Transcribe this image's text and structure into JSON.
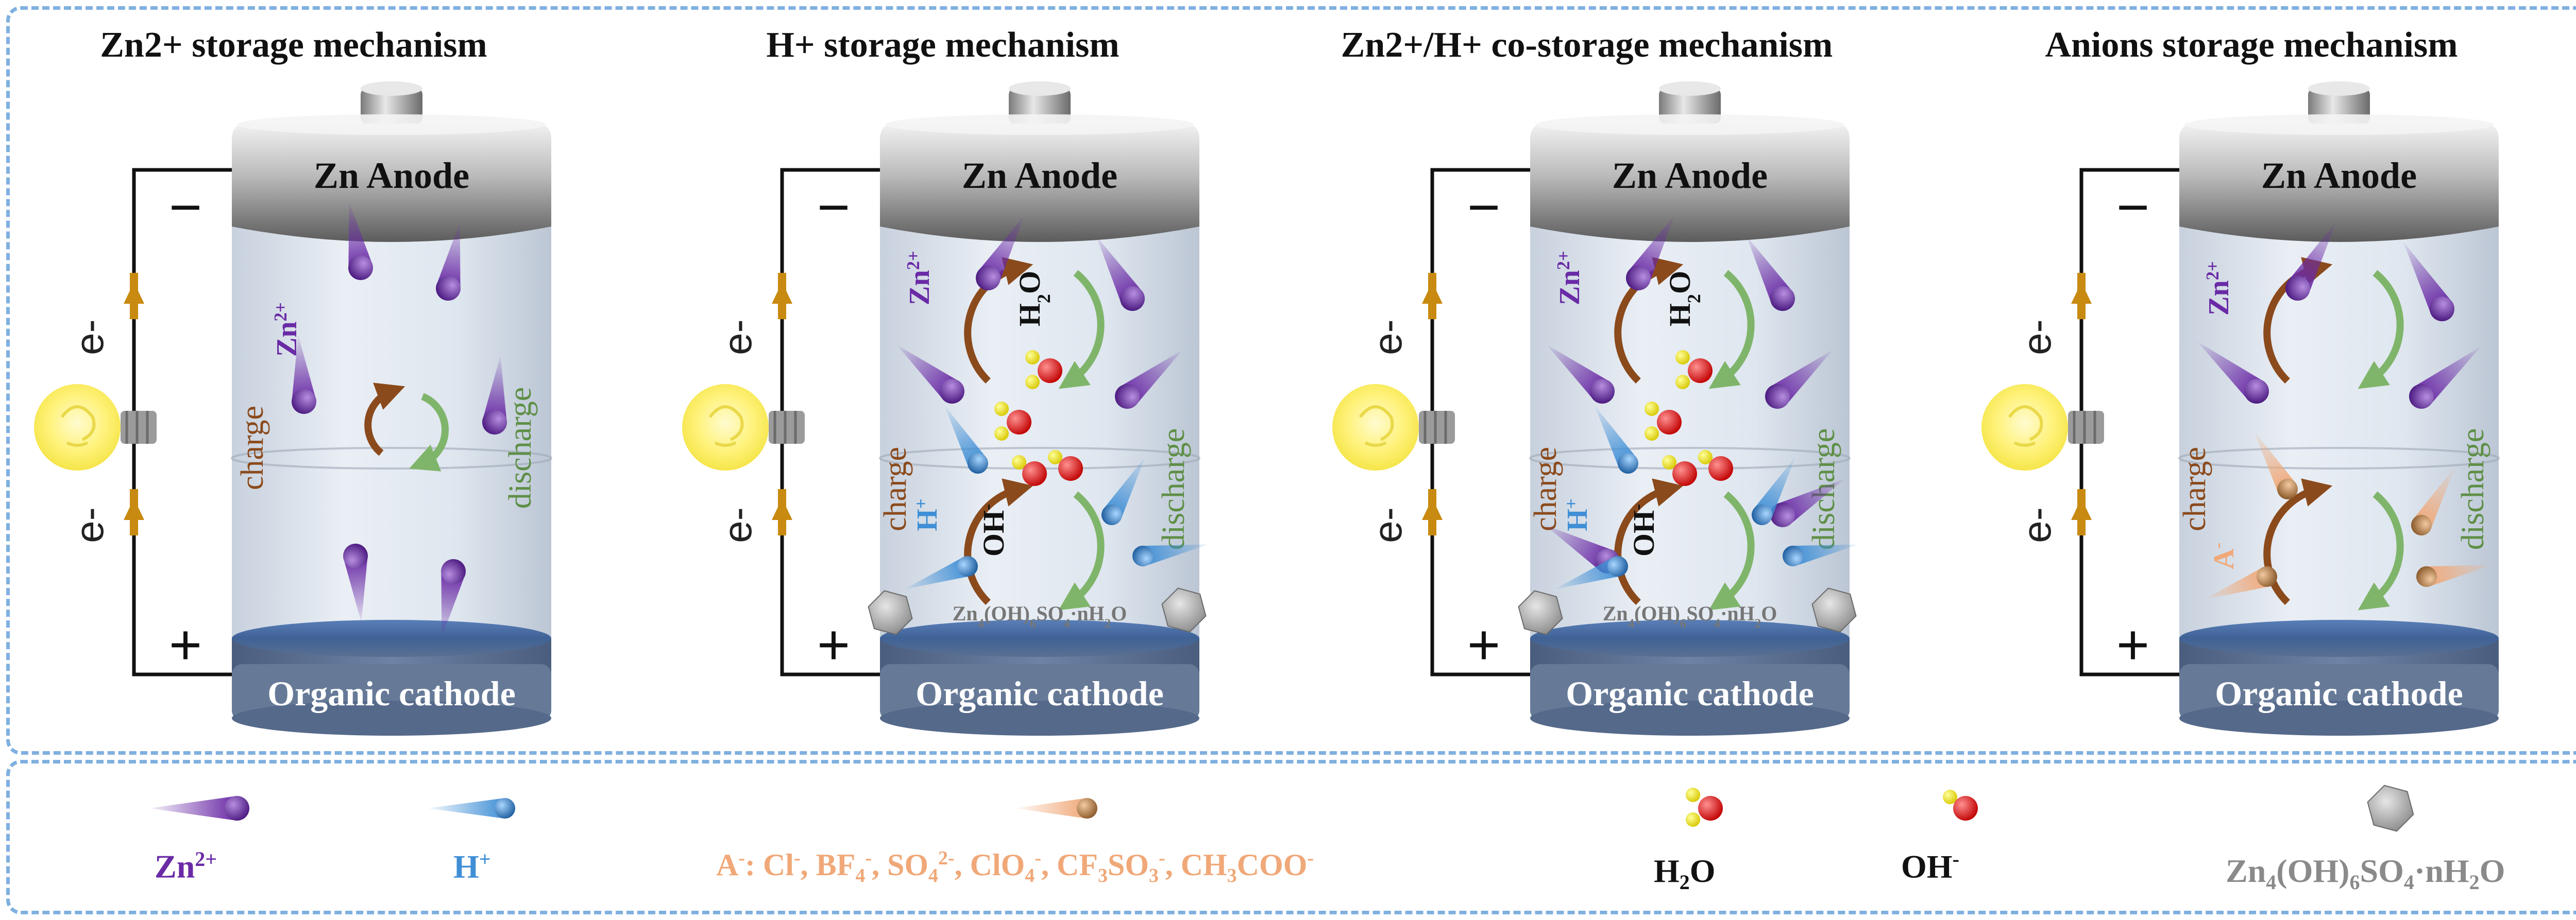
{
  "titles": [
    "Zn2+ storage mechanism",
    "H+ storage mechanism",
    "Zn2+/H+ co-storage mechanism",
    "Anions storage mechanism"
  ],
  "labels": {
    "anode": "Zn Anode",
    "cathode": "Organic cathode",
    "minus": "−",
    "plus": "+",
    "electron": "e-",
    "charge": "charge",
    "discharge": "discharge",
    "zn_ion": "Zn2+",
    "h_ion": "H+",
    "water": "H2O",
    "hydroxide": "OH-",
    "anion": "A-",
    "precipitate": "Zn4(OH)6SO4·nH2O"
  },
  "legend": {
    "zn": "Zn2+",
    "h": "H+",
    "anions": "A-: Cl-, BF4-, SO42-,  ClO4-, CF3SO3-, CH3COO-",
    "water": "H2O",
    "hydroxide": "OH-",
    "precipitate": "Zn4(OH)6SO4·nH2O"
  },
  "colors": {
    "zn_ion": "#6a2aa6",
    "h_ion": "#3f8fd6",
    "anion": "#f0a878",
    "oxygen": "#e01818",
    "hydrogen": "#f2e600",
    "charge_arrow": "#8b4a1c",
    "discharge_arrow": "#7fb56a",
    "border": "#7fb0df",
    "wire_arrow": "#c88a10"
  }
}
